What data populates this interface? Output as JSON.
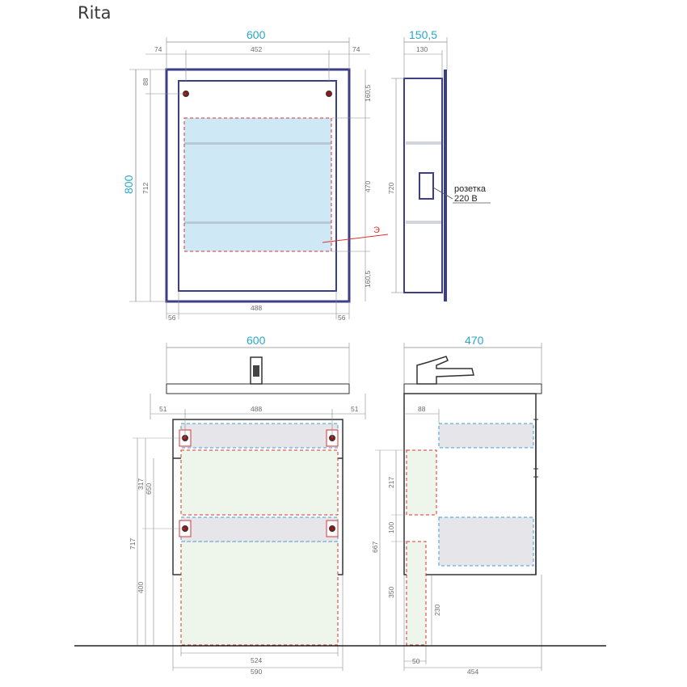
{
  "title": "Rita",
  "colors": {
    "frame": "#3c3f86",
    "dimension_line": "#8a8a8a",
    "dimension_text": "#6b6b6b",
    "main_dimension": "#2aa7c8",
    "mirror_fill": "#cfe8f6",
    "cabinet_fill": "#eef6ec",
    "shelf_fill": "#e6e6ea",
    "dashed_red": "#e03030",
    "dashed_blue": "#3aa0dc",
    "floor": "#222222"
  },
  "mirror_front": {
    "width": "600",
    "left": "74",
    "middle": "452",
    "right": "74",
    "height": "800",
    "inner_height": "712",
    "top_offset": "88",
    "right_top": "160,5",
    "right_middle": "470",
    "right_bottom": "160,5",
    "bottom_left": "56",
    "bottom_middle": "488",
    "bottom_right": "56",
    "marker": "Э"
  },
  "mirror_side": {
    "depth": "150,5",
    "inner_depth": "130",
    "height": "720",
    "socket_label_1": "розетка",
    "socket_label_2": "220 В"
  },
  "cabinet_front": {
    "width": "600",
    "left": "51",
    "middle": "488",
    "right": "51",
    "h717": "717",
    "h317": "317",
    "h650": "650",
    "h400": "400",
    "bottom_inner": "524",
    "bottom_outer": "590"
  },
  "cabinet_side": {
    "depth": "470",
    "top_offset": "88",
    "h217": "217",
    "h100": "100",
    "h667": "667",
    "h350": "350",
    "h230": "230",
    "bottom_left": "50",
    "bottom_depth": "454"
  }
}
